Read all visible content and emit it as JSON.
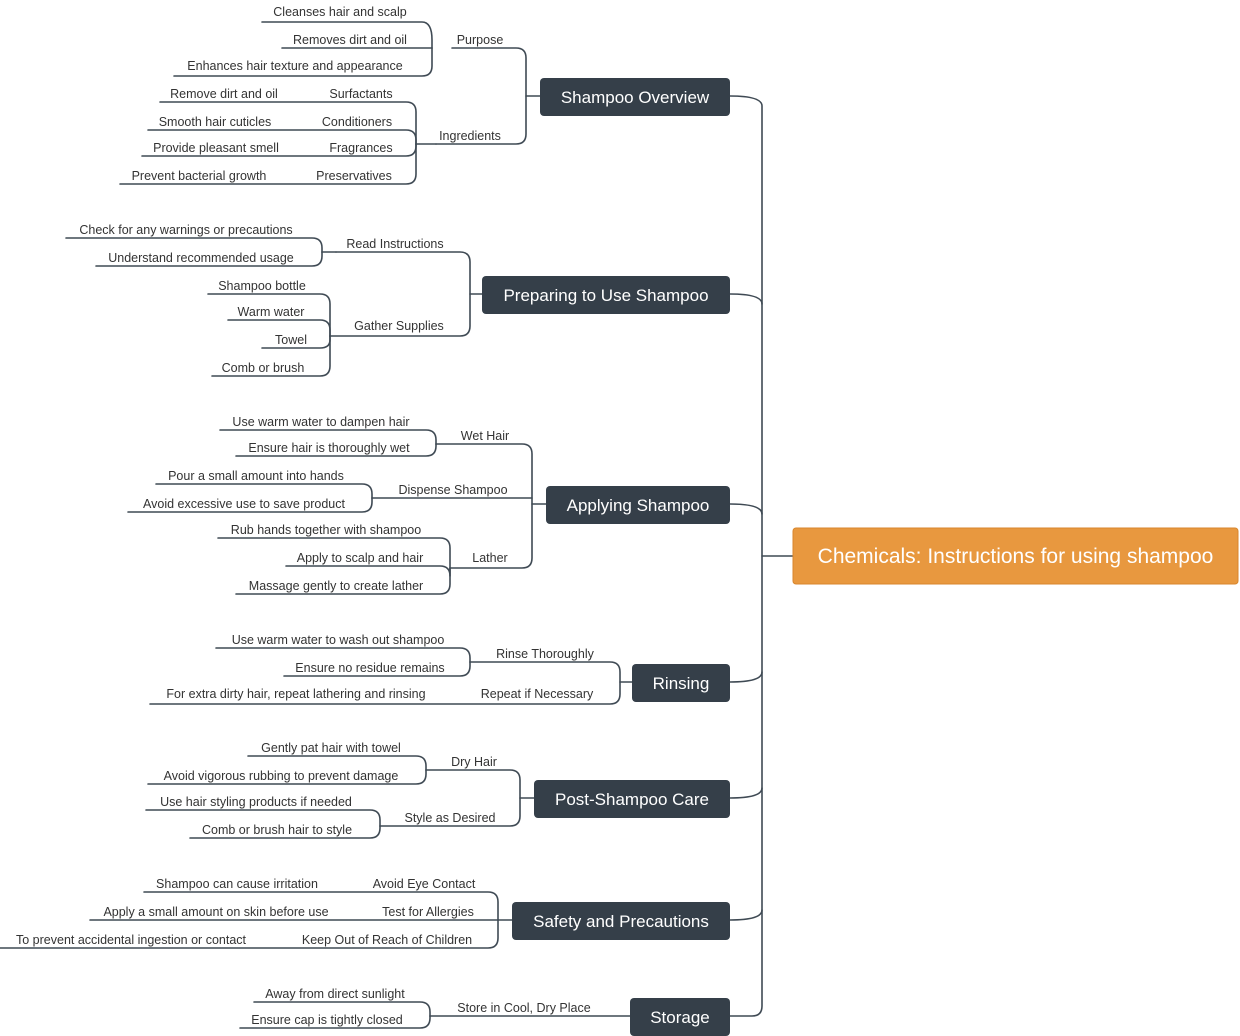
{
  "colors": {
    "root_fill": "#e8983f",
    "topic_fill": "#353f49",
    "line": "#3f4a54",
    "label": "#333333"
  },
  "root": {
    "label": "Chemicals: Instructions for using shampoo"
  },
  "topics": [
    {
      "label": "Shampoo Overview",
      "subtopics": [
        {
          "label": "Purpose",
          "details": [
            {
              "label": "Cleanses hair and scalp"
            },
            {
              "label": "Removes dirt and oil"
            },
            {
              "label": "Enhances hair texture and appearance"
            }
          ]
        },
        {
          "label": "Ingredients",
          "details": [
            {
              "label": "Surfactants",
              "details": [
                {
                  "label": "Remove dirt and oil"
                }
              ]
            },
            {
              "label": "Conditioners",
              "details": [
                {
                  "label": "Smooth hair cuticles"
                }
              ]
            },
            {
              "label": "Fragrances",
              "details": [
                {
                  "label": "Provide pleasant smell"
                }
              ]
            },
            {
              "label": "Preservatives",
              "details": [
                {
                  "label": "Prevent bacterial growth"
                }
              ]
            }
          ]
        }
      ]
    },
    {
      "label": "Preparing to Use Shampoo",
      "subtopics": [
        {
          "label": "Read Instructions",
          "details": [
            {
              "label": "Check for any warnings or precautions"
            },
            {
              "label": "Understand recommended usage"
            }
          ]
        },
        {
          "label": "Gather Supplies",
          "details": [
            {
              "label": "Shampoo bottle"
            },
            {
              "label": "Warm water"
            },
            {
              "label": "Towel"
            },
            {
              "label": "Comb or brush"
            }
          ]
        }
      ]
    },
    {
      "label": "Applying Shampoo",
      "subtopics": [
        {
          "label": "Wet Hair",
          "details": [
            {
              "label": "Use warm water to dampen hair"
            },
            {
              "label": "Ensure hair is thoroughly wet"
            }
          ]
        },
        {
          "label": "Dispense Shampoo",
          "details": [
            {
              "label": "Pour a small amount into hands"
            },
            {
              "label": "Avoid excessive use to save product"
            }
          ]
        },
        {
          "label": "Lather",
          "details": [
            {
              "label": "Rub hands together with shampoo"
            },
            {
              "label": "Apply to scalp and hair"
            },
            {
              "label": "Massage gently to create lather"
            }
          ]
        }
      ]
    },
    {
      "label": "Rinsing",
      "subtopics": [
        {
          "label": "Rinse Thoroughly",
          "details": [
            {
              "label": "Use warm water to wash out shampoo"
            },
            {
              "label": "Ensure no residue remains"
            }
          ]
        },
        {
          "label": "Repeat if Necessary",
          "details": [
            {
              "label": "For extra dirty hair, repeat lathering and rinsing"
            }
          ]
        }
      ]
    },
    {
      "label": "Post-Shampoo Care",
      "subtopics": [
        {
          "label": "Dry Hair",
          "details": [
            {
              "label": "Gently pat hair with towel"
            },
            {
              "label": "Avoid vigorous rubbing to prevent damage"
            }
          ]
        },
        {
          "label": "Style as Desired",
          "details": [
            {
              "label": "Use hair styling products if needed"
            },
            {
              "label": "Comb or brush hair to style"
            }
          ]
        }
      ]
    },
    {
      "label": "Safety and Precautions",
      "subtopics": [
        {
          "label": "Avoid Eye Contact",
          "details": [
            {
              "label": "Shampoo can cause irritation"
            }
          ]
        },
        {
          "label": "Test for Allergies",
          "details": [
            {
              "label": "Apply a small amount on skin before use"
            }
          ]
        },
        {
          "label": "Keep Out of Reach of Children",
          "details": [
            {
              "label": "To prevent accidental ingestion or contact"
            }
          ]
        }
      ]
    },
    {
      "label": "Storage",
      "subtopics": [
        {
          "label": "Store in Cool, Dry Place",
          "details": [
            {
              "label": "Away from direct sunlight"
            },
            {
              "label": "Ensure cap is tightly closed"
            }
          ]
        }
      ]
    }
  ]
}
